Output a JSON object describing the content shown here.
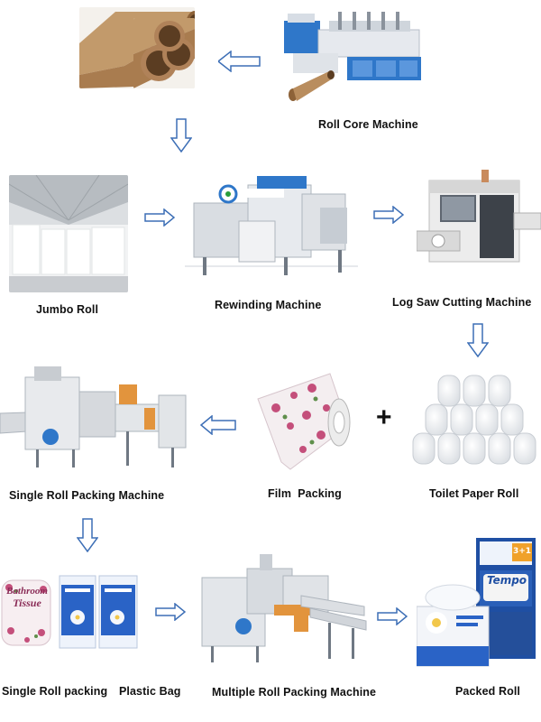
{
  "labels": {
    "roll_core_machine": "Roll Core Machine",
    "jumbo_roll": "Jumbo Roll",
    "rewinding_machine": "Rewinding Machine",
    "log_saw": "Log Saw Cutting Machine",
    "single_roll_packing_machine": "Single Roll Packing Machine",
    "film_packing": "Film  Packing",
    "toilet_paper_roll": "Toilet Paper Roll",
    "single_roll_packing": "Single Roll packing",
    "plastic_bag": "Plastic Bag",
    "multiple_roll_packing_machine": "Multiple Roll Packing Machine",
    "packed_roll": "Packed Roll"
  },
  "plus_sign": "+",
  "product_text": {
    "bathroom": "Bathroom",
    "tissue": "Tissue",
    "tempo": "Tempo",
    "promo": "3+1"
  },
  "colors": {
    "arrow_stroke": "#3d6fb6",
    "arrow_fill": "#ffffff",
    "machine_blue": "#2f77c9",
    "kraft": "#b98d5e",
    "tempo_blue": "#1f4fa3"
  }
}
